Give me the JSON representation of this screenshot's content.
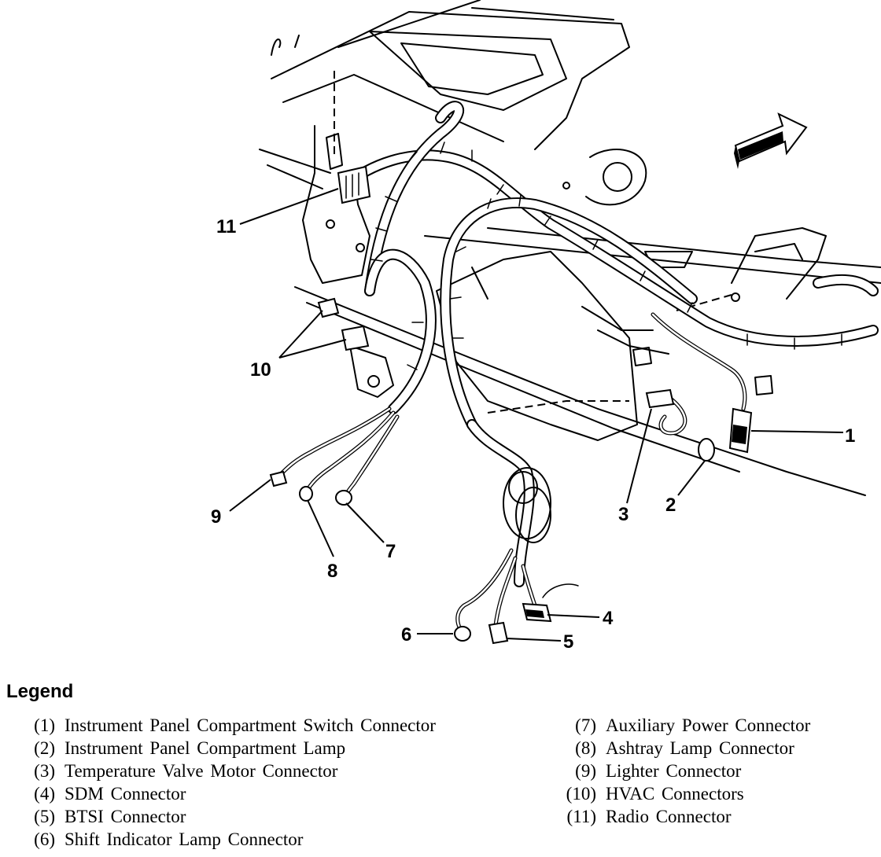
{
  "diagram": {
    "callouts": [
      "1",
      "2",
      "3",
      "4",
      "5",
      "6",
      "7",
      "8",
      "9",
      "10",
      "11"
    ]
  },
  "legend": {
    "title": "Legend",
    "left": [
      {
        "num": "(1)",
        "text": "Instrument Panel Compartment Switch Connector"
      },
      {
        "num": "(2)",
        "text": "Instrument Panel Compartment Lamp"
      },
      {
        "num": "(3)",
        "text": "Temperature Valve Motor Connector"
      },
      {
        "num": "(4)",
        "text": "SDM Connector"
      },
      {
        "num": "(5)",
        "text": "BTSI Connector"
      },
      {
        "num": "(6)",
        "text": "Shift Indicator Lamp Connector"
      }
    ],
    "right": [
      {
        "num": "(7)",
        "text": "Auxiliary Power Connector"
      },
      {
        "num": "(8)",
        "text": "Ashtray Lamp Connector"
      },
      {
        "num": "(9)",
        "text": "Lighter Connector"
      },
      {
        "num": "(10)",
        "text": "HVAC Connectors"
      },
      {
        "num": "(11)",
        "text": "Radio Connector"
      }
    ]
  }
}
